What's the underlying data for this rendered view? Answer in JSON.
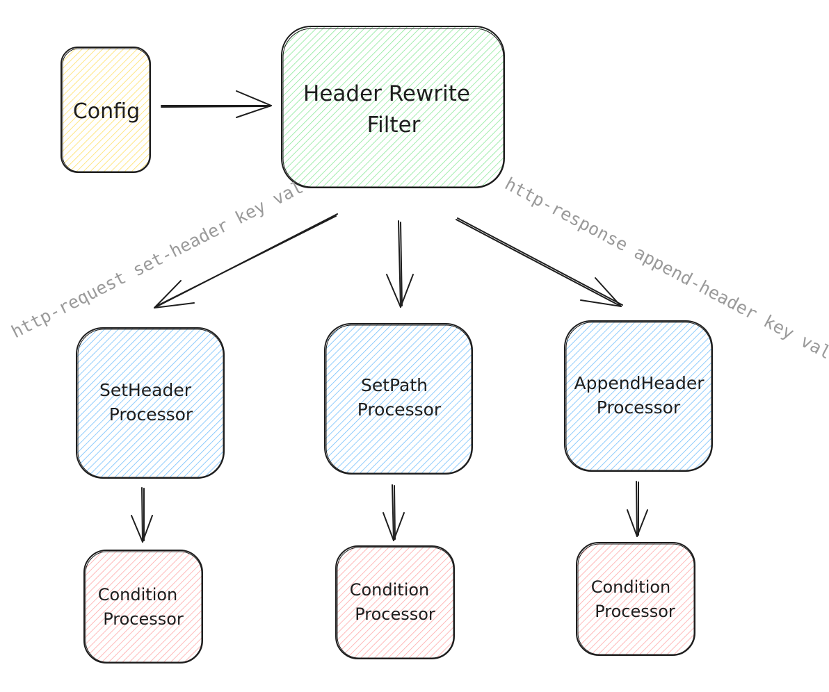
{
  "diagram": {
    "colors": {
      "stroke": "#1e1e1e",
      "config_fill": "#ffec99",
      "filter_fill": "#b2f2bb",
      "processor_fill": "#a5d8ff",
      "condition_fill": "#ffc9c9",
      "edge_label": "#9a9a9a"
    },
    "nodes": {
      "config": {
        "label": "Config"
      },
      "filter": {
        "line1": "Header Rewrite",
        "line2": "Filter"
      },
      "setheader": {
        "line1": "SetHeader",
        "line2": "Processor"
      },
      "setpath": {
        "line1": "SetPath",
        "line2": "Processor"
      },
      "appendheader": {
        "line1": "AppendHeader",
        "line2": "Processor"
      },
      "condition_1": {
        "line1": "Condition",
        "line2": "Processor"
      },
      "condition_2": {
        "line1": "Condition",
        "line2": "Processor"
      },
      "condition_3": {
        "line1": "Condition",
        "line2": "Processor"
      }
    },
    "edges": {
      "left_label": "http-request set-header key val",
      "right_label": "http-response append-header key val"
    }
  }
}
